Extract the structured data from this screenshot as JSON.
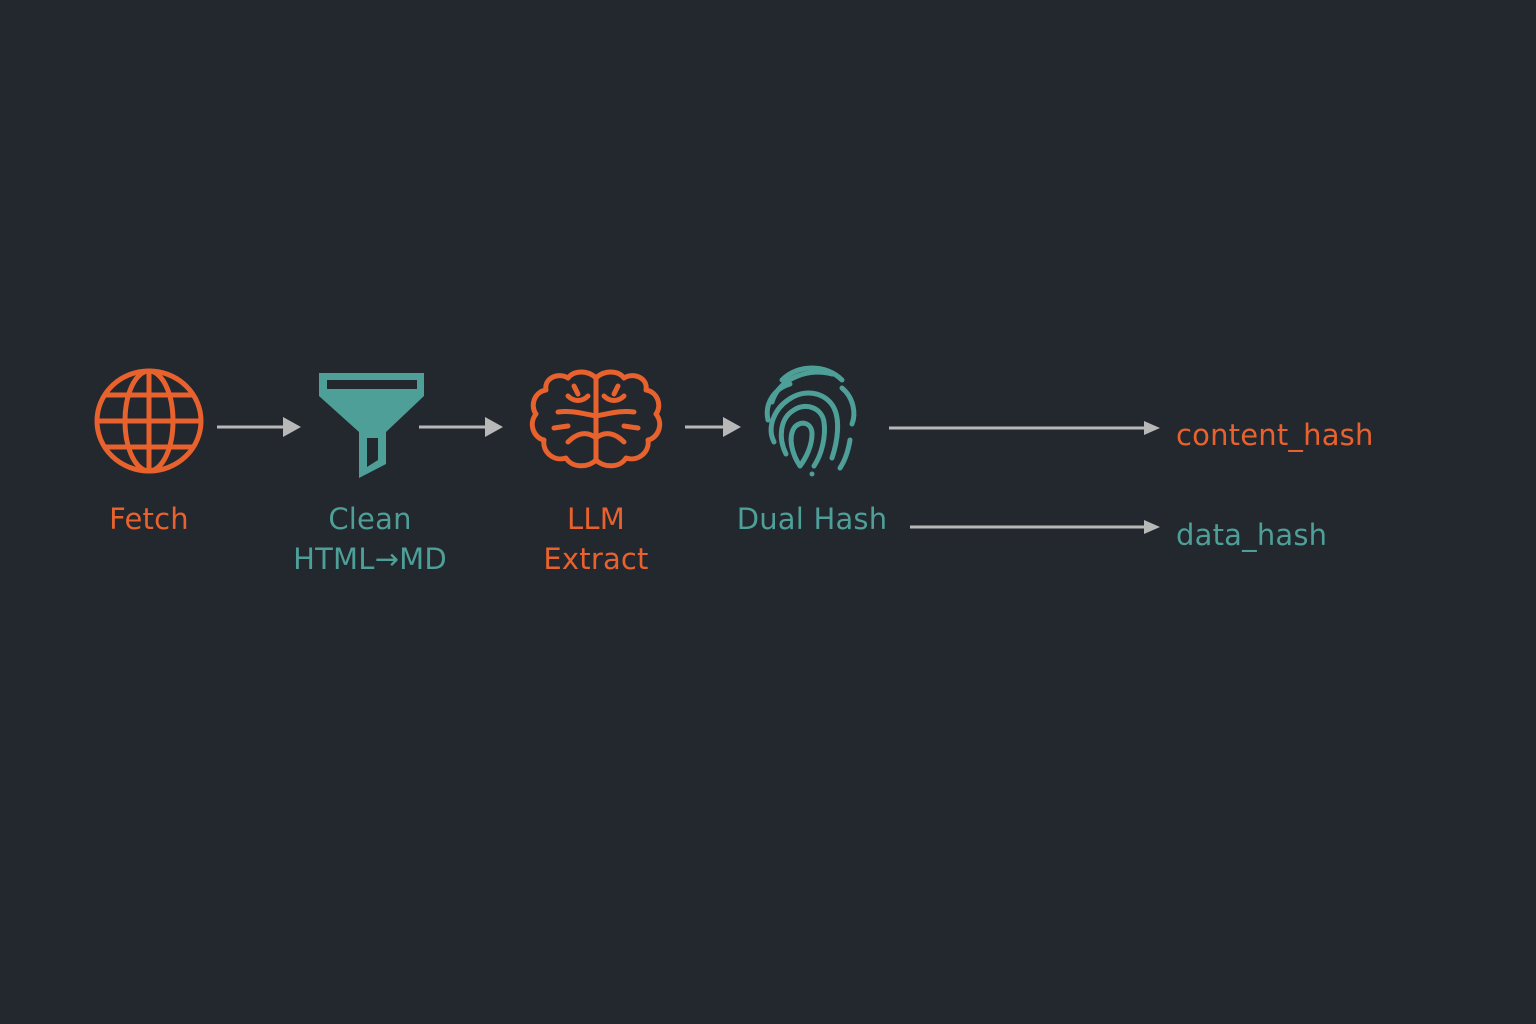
{
  "colors": {
    "background": "#23272e",
    "orange": "#e8622e",
    "teal": "#4e9f98",
    "arrow": "#b8b8b8"
  },
  "pipeline": {
    "steps": [
      {
        "icon": "globe-icon",
        "label_lines": [
          "Fetch"
        ],
        "color": "orange"
      },
      {
        "icon": "funnel-icon",
        "label_lines": [
          "Clean",
          "HTML→MD"
        ],
        "color": "teal"
      },
      {
        "icon": "brain-icon",
        "label_lines": [
          "LLM",
          "Extract"
        ],
        "color": "orange"
      },
      {
        "icon": "fingerprint-icon",
        "label_lines": [
          "Dual Hash"
        ],
        "color": "teal"
      }
    ],
    "outputs": [
      {
        "label": "content_hash",
        "color": "orange"
      },
      {
        "label": "data_hash",
        "color": "teal"
      }
    ]
  }
}
